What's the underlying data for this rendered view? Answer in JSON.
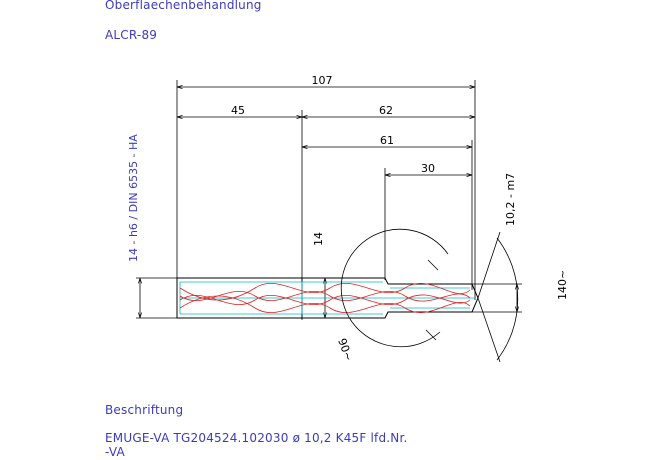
{
  "header": {
    "surface_treatment_label": "Oberflaechenbehandlung",
    "surface_treatment_value": "ALCR-89"
  },
  "drawing": {
    "dimensions": {
      "overall_length": "107",
      "shank_length": "45",
      "body_length": "62",
      "flute_length": "61",
      "cutting_length": "30",
      "shank_dia": "14",
      "cutting_dia_tolerance": "10,2  -  m7",
      "point_angle": "140~",
      "helix_angle": "90~"
    },
    "shank_spec": "14  -  h6  /  DIN 6535  -  HA"
  },
  "marking": {
    "label": "Beschriftung",
    "line1": "EMUGE-VA  TG204524.102030     ø 10,2     K45F   lfd.Nr.",
    "line2": "-VA"
  },
  "colors": {
    "text": "#3b3bc0",
    "outline": "#000000",
    "contour": "#00b8d4",
    "helix": "#e02020"
  }
}
